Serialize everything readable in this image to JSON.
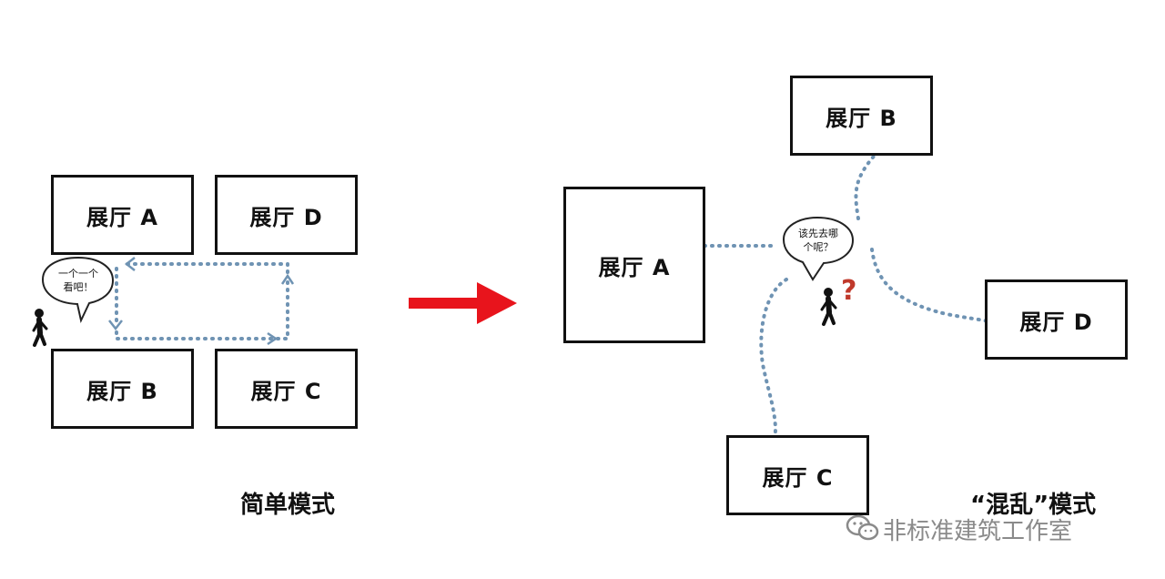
{
  "left_diagram": {
    "halls": {
      "a": "展厅  A",
      "d": "展厅  D",
      "b": "展厅  B",
      "c": "展厅  C"
    },
    "bubble": {
      "line1": "一个一个",
      "line2": "看吧！"
    },
    "label": "简单模式"
  },
  "right_diagram": {
    "halls": {
      "a": "展厅  A",
      "b": "展厅  B",
      "c": "展厅  C",
      "d": "展厅  D"
    },
    "bubble": {
      "line1": "该先去哪",
      "line2": "个呢？"
    },
    "question_mark": "?",
    "label": "“混乱”模式"
  },
  "watermark": "非标准建筑工作室",
  "colors": {
    "arrow": "#e8141c",
    "dotted_path": "#6f93b3",
    "question_mark": "#c0392b"
  }
}
